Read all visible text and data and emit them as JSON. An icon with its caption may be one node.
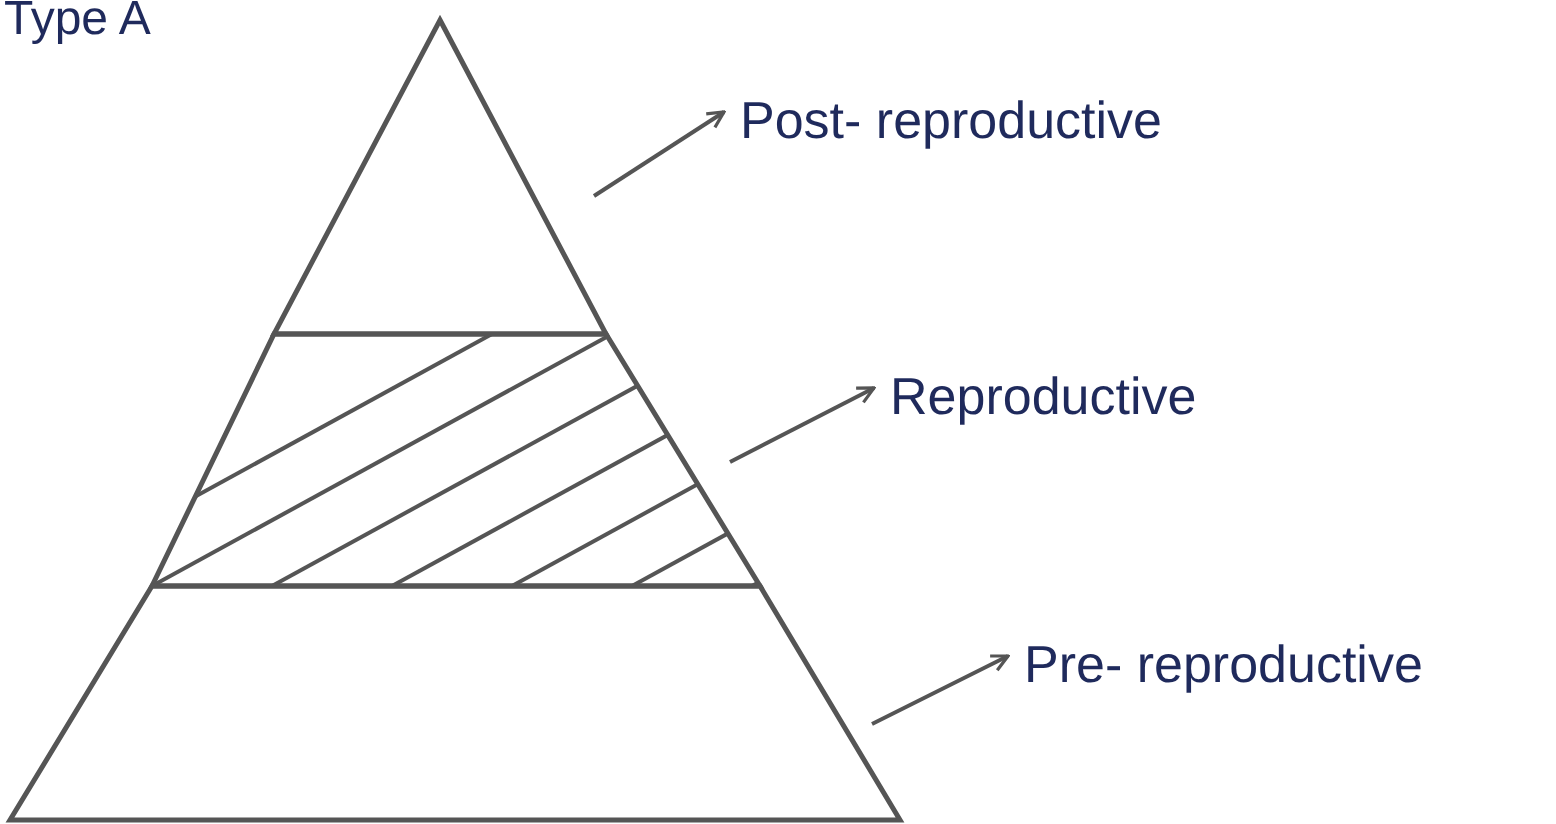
{
  "diagram": {
    "title": "Type A",
    "nodes": [
      {
        "text": [],
        "shape": "triangle"
      },
      {
        "text": [],
        "shape": "band"
      },
      {
        "text": [],
        "shape": "band"
      },
      {
        "text": [
          "Post- reproductive"
        ]
      },
      {
        "text": [
          "Reproductive"
        ]
      },
      {
        "text": [
          "Pre- reproductive"
        ]
      }
    ],
    "edges": [
      {
        "from": 0,
        "to": 3,
        "arrow": "to"
      },
      {
        "from": 1,
        "to": 4,
        "arrow": "to"
      },
      {
        "from": 2,
        "to": 5,
        "arrow": "to"
      }
    ]
  }
}
